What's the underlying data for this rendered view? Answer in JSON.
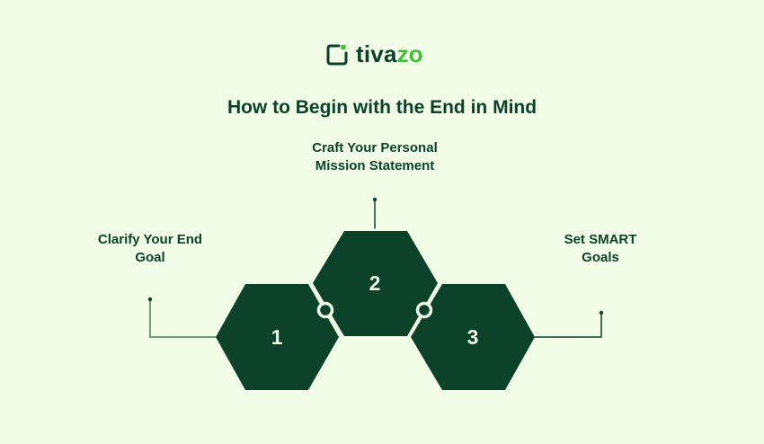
{
  "brand": {
    "name_dark": "tiva",
    "name_light": "zo",
    "icon": "tivazo-logo-icon",
    "colors": {
      "dark": "#0b4229",
      "accent": "#3fbf3a"
    }
  },
  "title": "How to Begin with the End in Mind",
  "steps": [
    {
      "number": "1",
      "label": "Clarify Your End\nGoal"
    },
    {
      "number": "2",
      "label": "Craft Your Personal\nMission Statement"
    },
    {
      "number": "3",
      "label": "Set SMART\nGoals"
    }
  ],
  "colors": {
    "background": "#f1fde6",
    "hexagon": "#0b4229",
    "connector_line": "#4d7a5c",
    "number_text": "#eef8e4"
  }
}
